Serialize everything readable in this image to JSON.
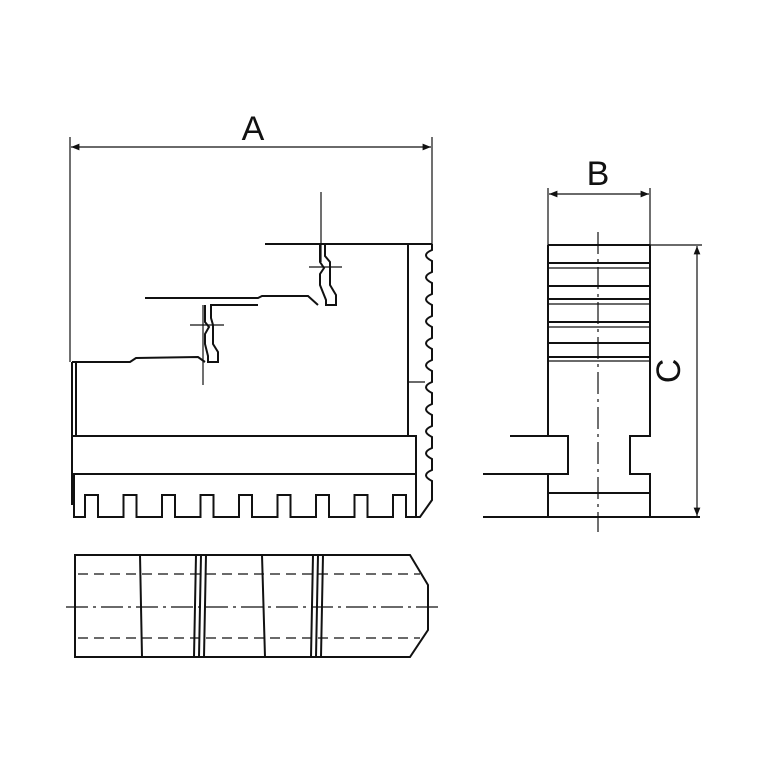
{
  "dimensions": {
    "a_label": "A",
    "b_label": "B",
    "c_label": "C"
  }
}
